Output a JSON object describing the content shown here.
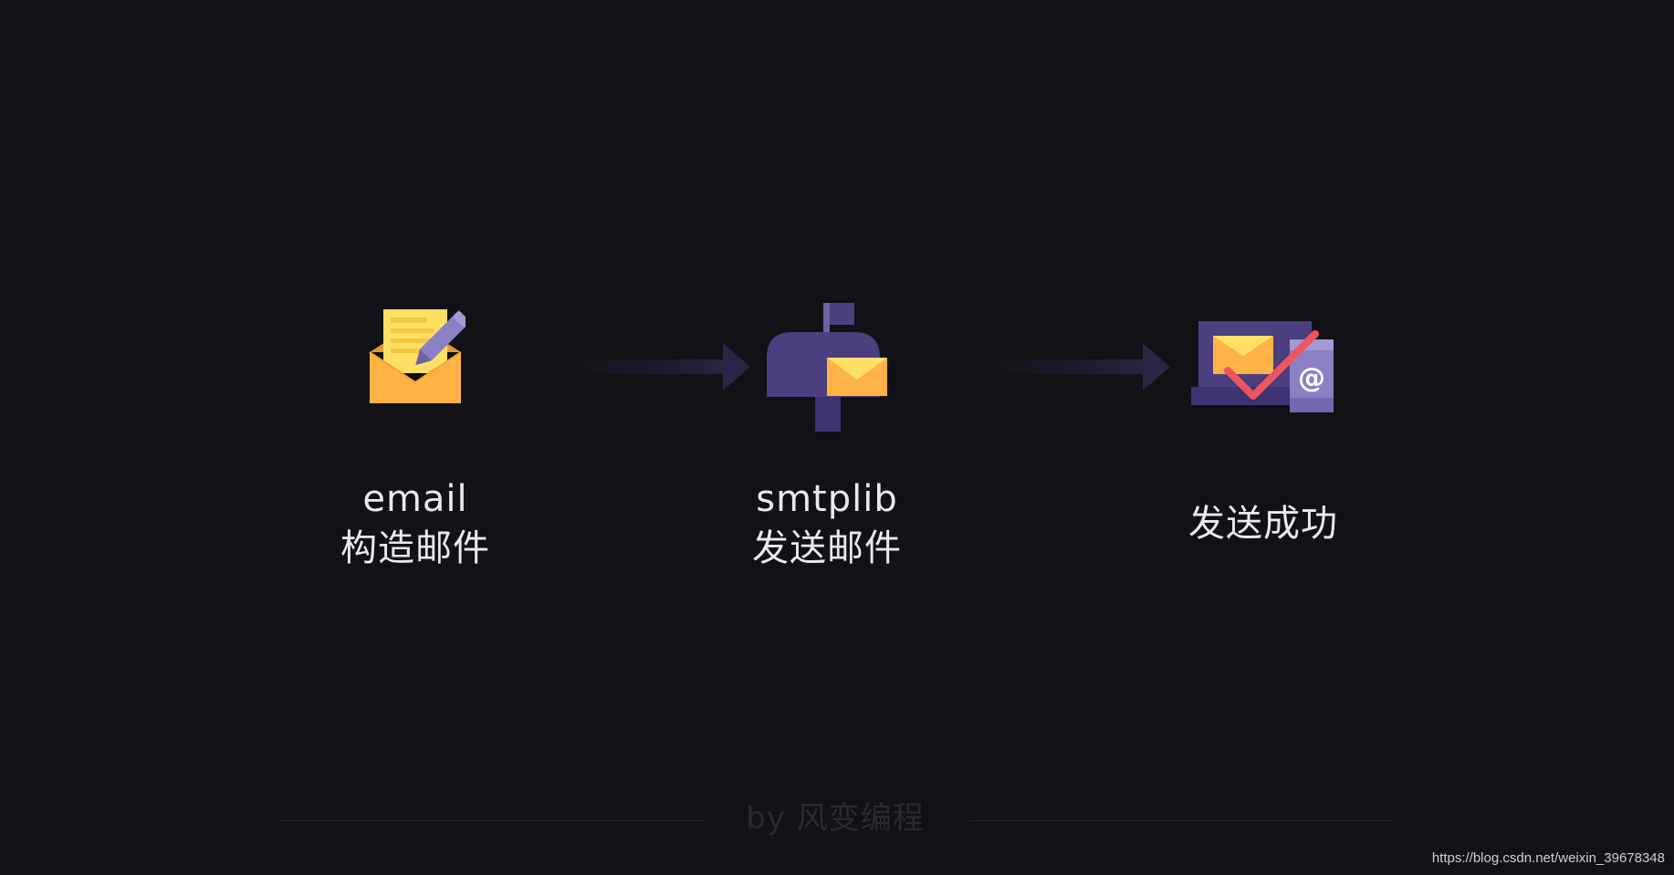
{
  "steps": [
    {
      "icon": "envelope-letter-pencil-icon",
      "title": "email",
      "subtitle": "构造邮件"
    },
    {
      "icon": "mailbox-icon",
      "title": "smtplib",
      "subtitle": "发送邮件"
    },
    {
      "icon": "laptop-mail-checkmark-icon",
      "title": "发送成功"
    }
  ],
  "footer": {
    "text": "by 风变编程"
  },
  "watermark": {
    "text": "https://blog.csdn.net/weixin_39678348"
  },
  "colors": {
    "background": "#111116",
    "envelope": "#ffb347",
    "letter": "#ffe066",
    "purple": "#4b3f80",
    "purple_light": "#8b80c4",
    "check": "#f0555f",
    "arrow": "#2a2540"
  }
}
